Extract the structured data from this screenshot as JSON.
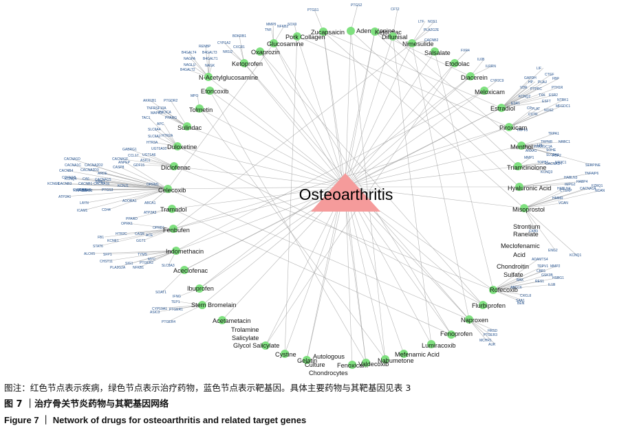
{
  "hub": {
    "label": "Osteoarthritis",
    "color": "#f59b9b"
  },
  "drug_color": "#7fe07f",
  "gene_color": "#1f4e8c",
  "edge_color": "#9a9a9a",
  "drugs": [
    "Zucapsaicin",
    "Ademetionine",
    "Ketorolac",
    "Pork Collagen",
    "Diflunisal",
    "Glucosamine",
    "Nimesulide",
    "Oxaprozin",
    "Salsalate",
    "Ketoprofen",
    "Etodolac",
    "N-Acetylglucosamine",
    "Diacerein",
    "Etoricoxib",
    "Meloxicam",
    "Tolmetin",
    "Estradiol",
    "Sulindac",
    "Piroxicam",
    "Duloxetine",
    "Menthol",
    "Diclofenac",
    "Triamcinolone",
    "Celecoxib",
    "Hyaluronic Acid",
    "Tramadol",
    "Misoprostol",
    "Fenbufen",
    "Strontium",
    "Ranelate",
    "Meclofenamic",
    "Acid",
    "Indomethacin",
    "Chondroitin",
    "Aceclofenac",
    "Sulfate",
    "Ibuprofen",
    "Rofecoxib",
    "Stem Bromelain",
    "Flurbiprofen",
    "Acetametacin",
    "Naproxen",
    "Trolamine",
    "Salicylate",
    "Fenoprofen",
    "Glycol Salicylate",
    "Lumiracoxib",
    "Cystine",
    "Mefenamic Acid",
    "Autologous",
    "Gelatin",
    "Culture",
    "Nabumetone",
    "Chondrocytes",
    "Fenoxicam",
    "Valdecoxib"
  ],
  "genes": [
    "PTGS1",
    "PTGS2",
    "CFT2",
    "LTF",
    "NOS1",
    "PLA2G2E",
    "MMP9",
    "NFKB2",
    "TNF",
    "SOX9",
    "CACNB2",
    "BDKRB1",
    "CYP1A2",
    "CXCR1",
    "RENBP",
    "FXR4",
    "B4GALT4",
    "B4GALT3",
    "NR1I2",
    "NAGPA",
    "B4GALT1",
    "IL6B",
    "NAGK",
    "NAGLU",
    "ILRRN",
    "B4GALT2",
    "GAPDH",
    "LIF",
    "HP",
    "PLAU",
    "FBP",
    "VDR",
    "PTPRC",
    "PTH1R",
    "CTGF",
    "MPO",
    "AKR1B1",
    "PTGDR2",
    "ESR2",
    "KCNQ2",
    "TXK",
    "ESR1",
    "ESFT",
    "NTRK1",
    "PLAT",
    "TNFRSF10A",
    "MAPK3",
    "PPARG",
    "PIK3CA",
    "TAC1",
    "CP",
    "NOS2",
    "MFGDC1",
    "APC",
    "CYP2C9",
    "CXTR",
    "SLC6A4",
    "SLC6A2",
    "HTR3A",
    "HTR2A",
    "TRPV3",
    "TRPA1",
    "NRBC1",
    "TRPM8",
    "PPARGC1A",
    "GABRG1",
    "UGT1A10",
    "UGT1A6",
    "ANXA1",
    "LPL",
    "SOHE",
    "CACNA1D",
    "CACNA1F",
    "CCL17",
    "MMP1",
    "SLC2A1",
    "PDF2",
    "CACNA1C",
    "CACNA2D2",
    "ANPEP",
    "ASIC1",
    "TOPB1",
    "NR3C1",
    "CACNB4",
    "CACNA2D3",
    "CASP8",
    "GDF15",
    "CACNA1H",
    "SERPINE",
    "ARDE",
    "CDKN1B",
    "CACNA1S",
    "KCNQ3",
    "EBNJ",
    "TNFAIP6",
    "KCNG5",
    "CACNB3",
    "CACNB1",
    "CACNA1E",
    "HABLN3",
    "HABP4",
    "KCNQ4",
    "CA6",
    "CYB5A4",
    "CHRM1",
    "PTGS3",
    "IMPG2",
    "HABLN4",
    "CACNA1A",
    "ATP2A1",
    "KCNJ1",
    "OPRM1",
    "ABCA1",
    "LAYN",
    "ADORA1",
    "FZRQ1",
    "HAPLN1",
    "STAB2",
    "HMMR",
    "CTGRP",
    "VCAN",
    "NCAN",
    "ICAM1",
    "CD44",
    "ATP2A3",
    "PPARD",
    "OPRK1",
    "OPRD1",
    "CKB3",
    "HTR2C",
    "CASR",
    "ACE",
    "FB1",
    "KCNE1",
    "GGT1",
    "STAT6",
    "ENG2",
    "KCNQ1",
    "ALOX5",
    "ADAMTS4",
    "TRPV1",
    "MMP2",
    "CHST11",
    "SFP1",
    "SIG1",
    "PTGER2",
    "MYC",
    "TYMS",
    "PLA2G2A",
    "NFKB1",
    "SLC8A3",
    "CBR1",
    "GSK3B",
    "HSBG1",
    "ABCC6",
    "BAX",
    "RES1",
    "IL1B",
    "SOAT1",
    "TEP1",
    "IFNG",
    "ASIC3",
    "CYP19A1",
    "PTGER1",
    "PTGER4",
    "PTGER3",
    "HRSD",
    "MCHR1",
    "AUK",
    "CXCL8",
    "SAA1",
    "BEN",
    "IL10",
    "MUC2",
    "APOE"
  ],
  "captions": {
    "note": "图注：红色节点表示疾病，绿色节点表示治疗药物，蓝色节点表示靶基因。具体主要药物与其靶基因见表 3",
    "figure_cn": "图 7 ｜治疗骨关节炎药物与其靶基因网络",
    "figure_en": "Figure 7 ｜ Network of drugs for osteoarthritis and related target genes"
  }
}
